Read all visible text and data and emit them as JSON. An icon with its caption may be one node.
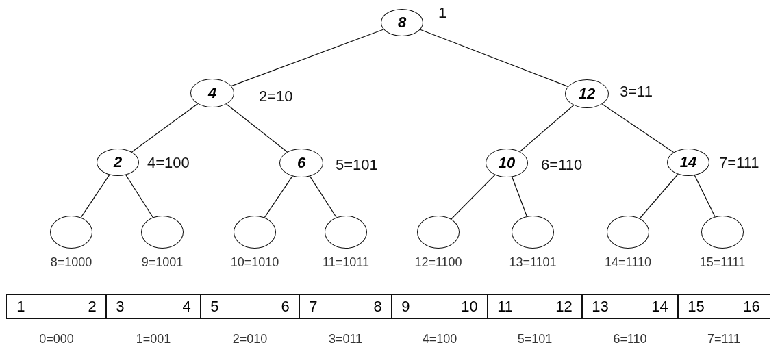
{
  "diagram": {
    "nodes": [
      {
        "text": [
          "8"
        ],
        "beside": [
          "1"
        ]
      },
      {
        "text": [
          "4"
        ],
        "beside": [
          "2=10"
        ]
      },
      {
        "text": [
          "12"
        ],
        "beside": [
          "3=11"
        ]
      },
      {
        "text": [
          "2"
        ],
        "beside": [
          "4=100"
        ]
      },
      {
        "text": [
          "6"
        ],
        "beside": [
          "5=101"
        ]
      },
      {
        "text": [
          "10"
        ],
        "beside": [
          "6=110"
        ]
      },
      {
        "text": [
          "14"
        ],
        "beside": [
          "7=111"
        ]
      },
      {
        "text": [],
        "shape": "circle",
        "beside": [
          "8=1000"
        ]
      },
      {
        "text": [],
        "shape": "circle",
        "beside": [
          "9=1001"
        ]
      },
      {
        "text": [],
        "shape": "circle",
        "beside": [
          "10=1010"
        ]
      },
      {
        "text": [],
        "shape": "circle",
        "beside": [
          "11=1011"
        ]
      },
      {
        "text": [],
        "shape": "circle",
        "beside": [
          "12=1100"
        ]
      },
      {
        "text": [],
        "shape": "circle",
        "beside": [
          "13=1101"
        ]
      },
      {
        "text": [],
        "shape": "circle",
        "beside": [
          "14=1110"
        ]
      },
      {
        "text": [],
        "shape": "circle",
        "beside": [
          "15=1111"
        ]
      },
      {
        "text": [
          "1",
          "2"
        ],
        "beside": [
          "0=000"
        ]
      },
      {
        "text": [
          "3",
          "4"
        ],
        "beside": [
          "1=001"
        ]
      },
      {
        "text": [
          "5",
          "6"
        ],
        "beside": [
          "2=010"
        ]
      },
      {
        "text": [
          "7",
          "8"
        ],
        "beside": [
          "3=011"
        ]
      },
      {
        "text": [
          "9",
          "10"
        ],
        "beside": [
          "4=100"
        ]
      },
      {
        "text": [
          "11",
          "12"
        ],
        "beside": [
          "5=101"
        ]
      },
      {
        "text": [
          "13",
          "14"
        ],
        "beside": [
          "6=110"
        ]
      },
      {
        "text": [
          "15",
          "16"
        ],
        "beside": [
          "7=111"
        ]
      }
    ],
    "edges": [
      {
        "from": 0,
        "to": 1,
        "arrow": "none"
      },
      {
        "from": 0,
        "to": 2,
        "arrow": "none"
      },
      {
        "from": 1,
        "to": 3,
        "arrow": "none"
      },
      {
        "from": 1,
        "to": 4,
        "arrow": "none"
      },
      {
        "from": 2,
        "to": 5,
        "arrow": "none"
      },
      {
        "from": 2,
        "to": 6,
        "arrow": "none"
      },
      {
        "from": 3,
        "to": 7,
        "arrow": "none"
      },
      {
        "from": 3,
        "to": 8,
        "arrow": "none"
      },
      {
        "from": 4,
        "to": 9,
        "arrow": "none"
      },
      {
        "from": 4,
        "to": 10,
        "arrow": "none"
      },
      {
        "from": 5,
        "to": 11,
        "arrow": "none"
      },
      {
        "from": 5,
        "to": 12,
        "arrow": "none"
      },
      {
        "from": 6,
        "to": 13,
        "arrow": "none"
      },
      {
        "from": 6,
        "to": 14,
        "arrow": "none"
      }
    ]
  }
}
